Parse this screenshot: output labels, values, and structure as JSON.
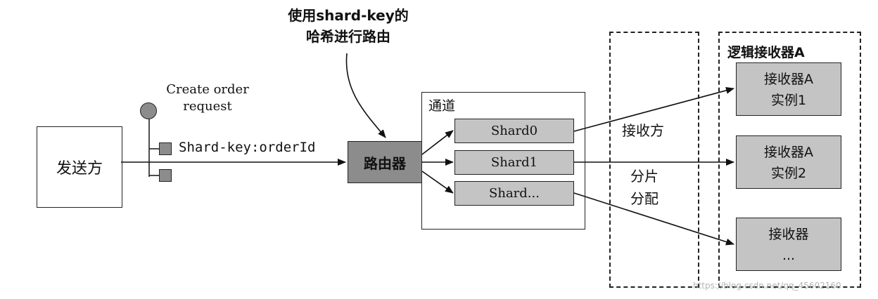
{
  "callout": {
    "line1": "使用shard-key的",
    "line2": "哈希进行路由"
  },
  "sender": {
    "label": "发送方"
  },
  "message": {
    "title_line1": "Create order",
    "title_line2": "request",
    "header_text": "Shard-key:orderId"
  },
  "router": {
    "label": "路由器"
  },
  "channel": {
    "label": "通道",
    "shards": [
      "Shard0",
      "Shard1",
      "Shard..."
    ]
  },
  "assignment": {
    "label1": "接收方",
    "label2a": "分片",
    "label2b": "分配"
  },
  "logical_receiver": {
    "label": "逻辑接收器A",
    "instances": [
      {
        "line1": "接收器A",
        "line2": "实例1"
      },
      {
        "line1": "接收器A",
        "line2": "实例2"
      },
      {
        "line1": "接收器",
        "line2": "..."
      }
    ]
  },
  "watermark": "https://blog.csdn.net/qq_45602160",
  "colors": {
    "box_gray": "#c4c4c4",
    "router_dark": "#8c8c8c",
    "stroke": "#222222"
  }
}
